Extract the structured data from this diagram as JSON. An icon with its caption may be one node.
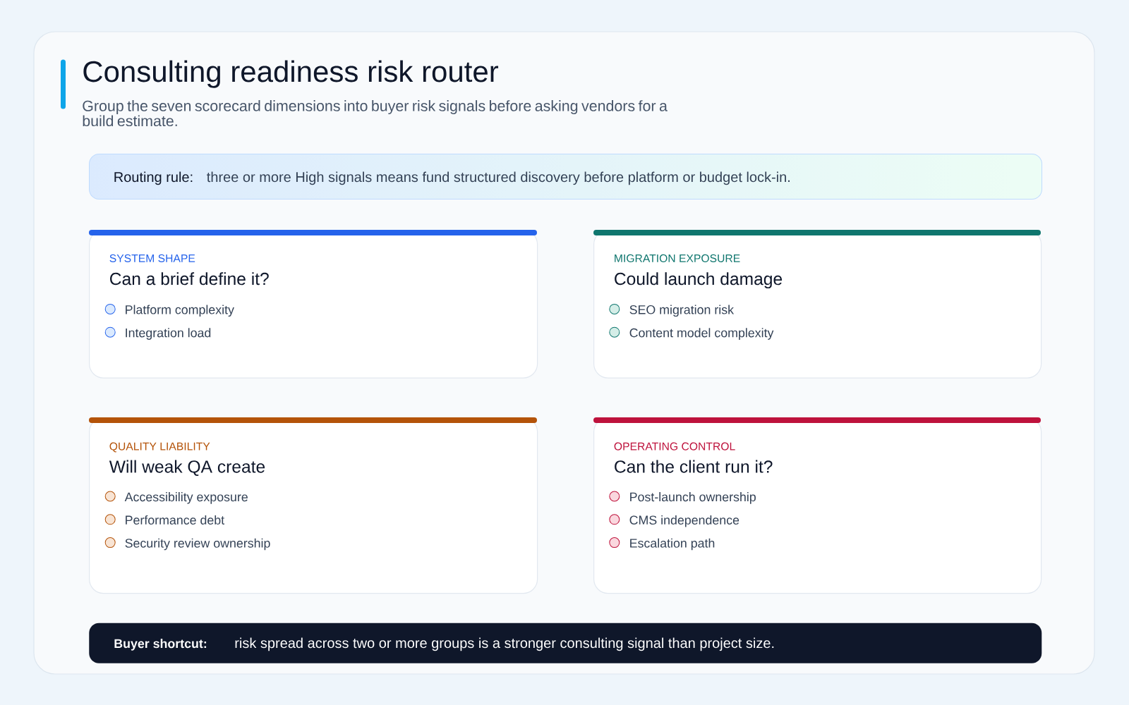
{
  "diagram": {
    "title": "Consulting readiness risk router",
    "caption": "Group the seven scorecard dimensions into buyer risk signals before asking vendors for a build estimate.",
    "nodes": [
      {
        "text": [
          "Routing rule:",
          "three or more High signals means fund structured discovery before platform or budget lock-in."
        ]
      },
      {
        "text": [
          "SYSTEM SHAPE",
          "Can a brief define it?",
          "Platform complexity",
          "Integration load"
        ]
      },
      {
        "text": [
          "MIGRATION EXPOSURE",
          "Could launch damage",
          "SEO migration risk",
          "Content model complexity"
        ]
      },
      {
        "text": [
          "QUALITY LIABILITY",
          "Will weak QA create",
          "Accessibility exposure",
          "Performance debt",
          "Security review ownership"
        ]
      },
      {
        "text": [
          "OPERATING CONTROL",
          "Can the client run it?",
          "Post-launch ownership",
          "CMS independence",
          "Escalation path"
        ]
      },
      {
        "text": [
          "Buyer shortcut:",
          "risk spread across two or more groups is a stronger consulting signal than project size."
        ]
      }
    ]
  }
}
